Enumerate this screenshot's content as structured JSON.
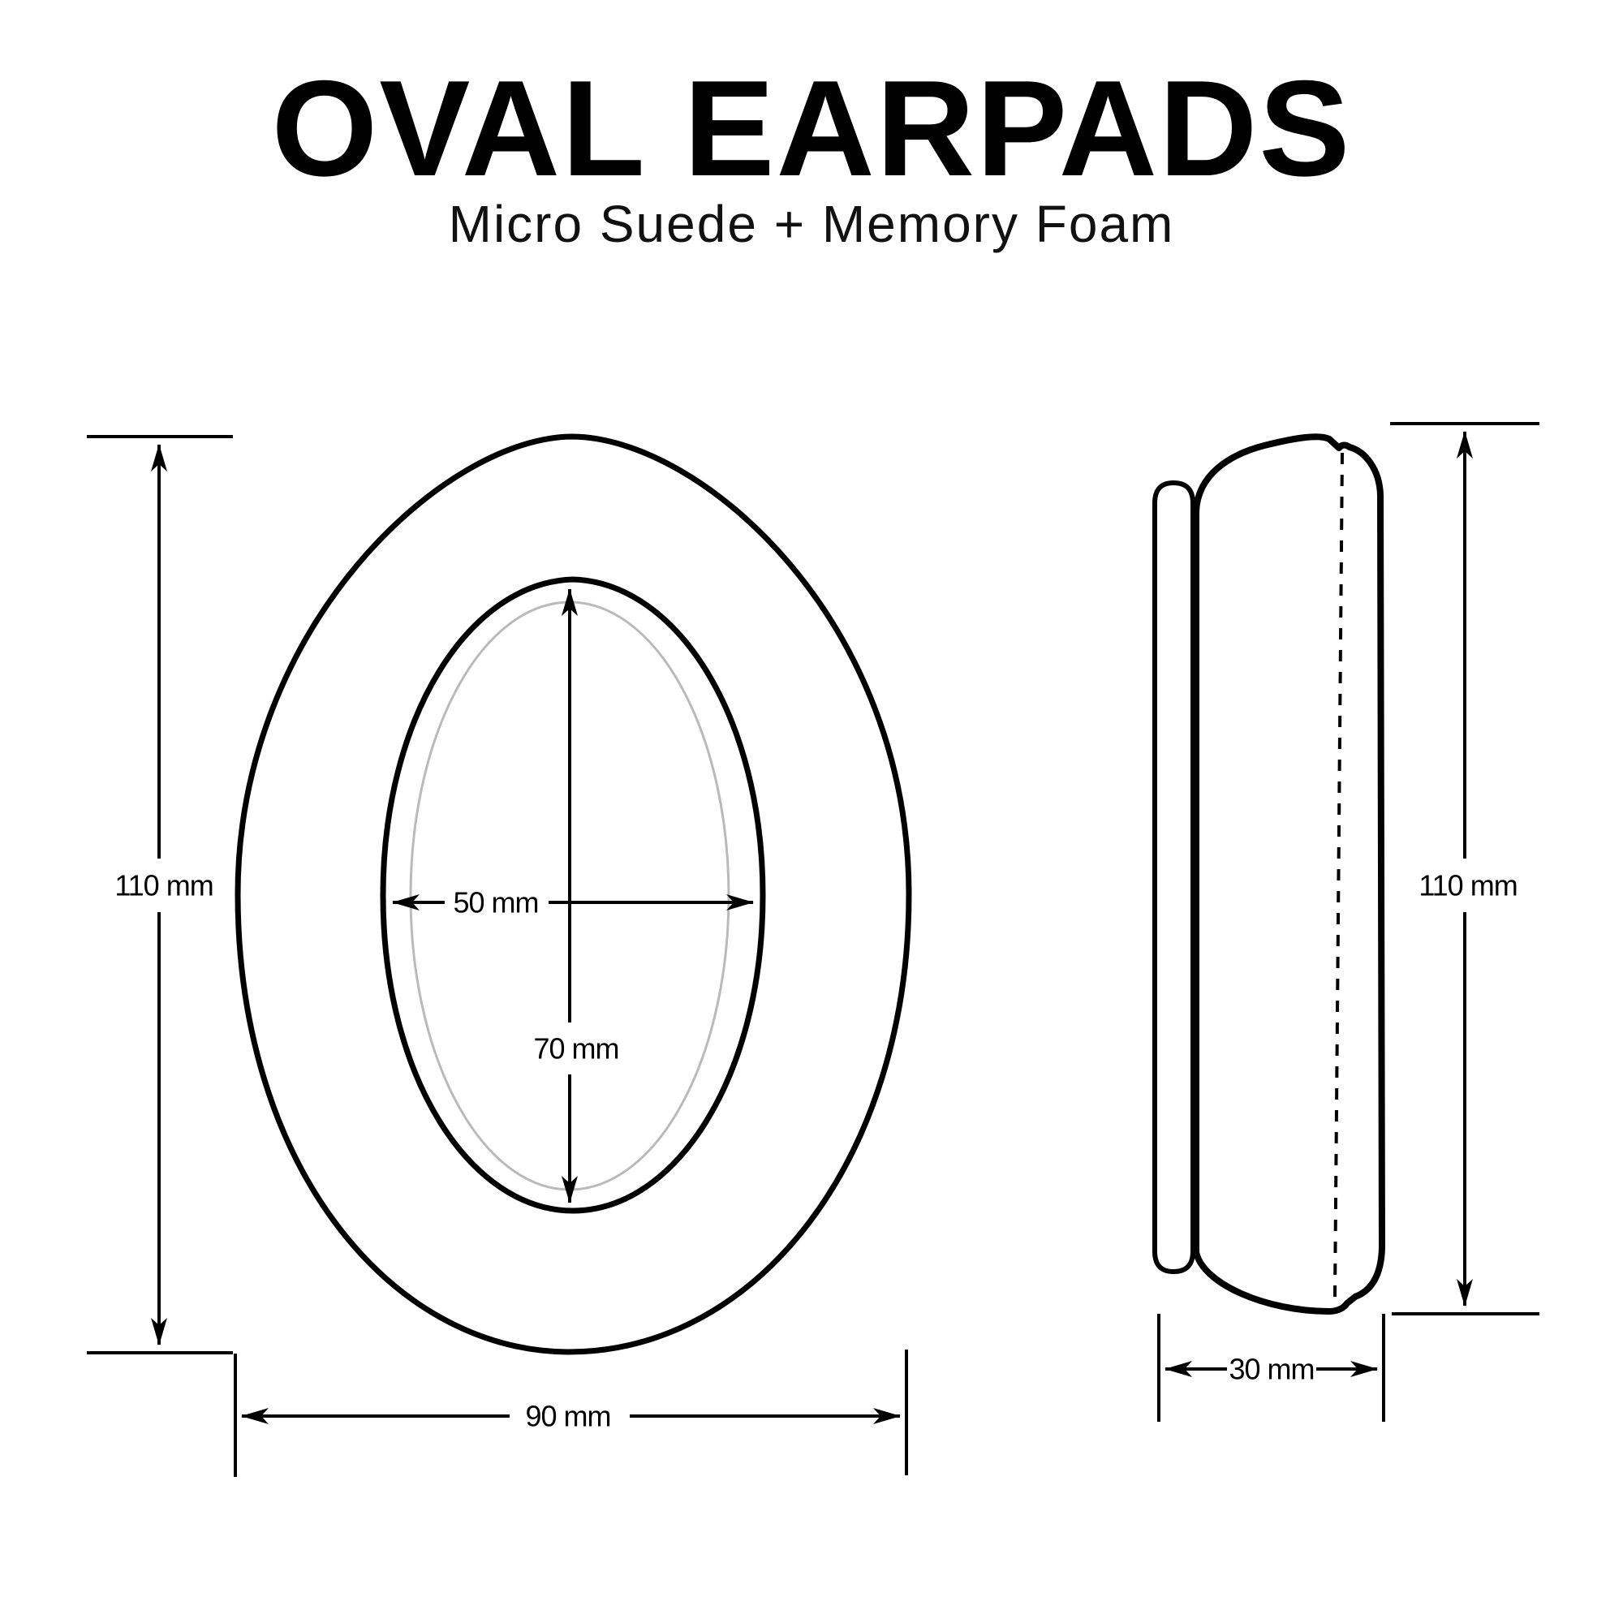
{
  "header": {
    "title": "OVAL EARPADS",
    "subtitle": "Micro Suede + Memory Foam"
  },
  "colors": {
    "ink": "#000000",
    "inner_highlight": "#bababa",
    "background": "#ffffff"
  },
  "front_view": {
    "name": "earpad-front-view",
    "outer_height_label": "110 mm",
    "inner_width_label": "50 mm",
    "inner_height_label": "70 mm",
    "outer_width_label": "90 mm"
  },
  "side_view": {
    "name": "earpad-side-view",
    "height_label": "110 mm",
    "depth_label": "30 mm"
  }
}
